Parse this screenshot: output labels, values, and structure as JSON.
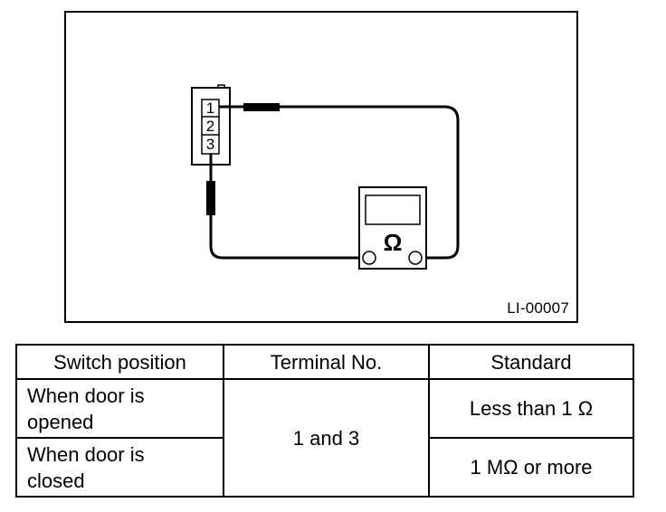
{
  "figure": {
    "id_label": "LI-00007",
    "connector_pins": [
      "1",
      "2",
      "3"
    ],
    "meter_symbol": "Ω"
  },
  "table": {
    "headers": [
      "Switch position",
      "Terminal No.",
      "Standard"
    ],
    "rows": [
      {
        "position_line1": "When door is",
        "position_line2": "opened",
        "standard": "Less than 1 Ω"
      },
      {
        "position_line1": "When door is",
        "position_line2": "closed",
        "standard": "1 MΩ or more"
      }
    ],
    "terminal": "1 and 3"
  }
}
